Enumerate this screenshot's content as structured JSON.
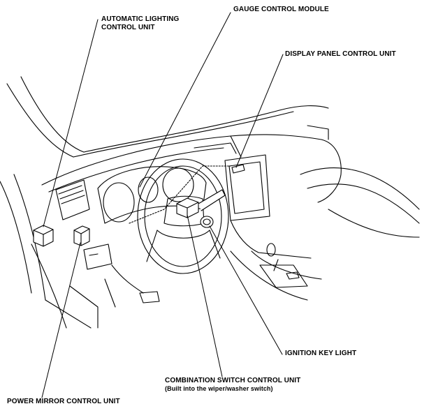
{
  "labels": {
    "automatic_lighting_line1": "AUTOMATIC LIGHTING",
    "automatic_lighting_line2": "CONTROL UNIT",
    "gauge_control_module": "GAUGE CONTROL MODULE",
    "display_panel_control_unit": "DISPLAY PANEL CONTROL UNIT",
    "ignition_key_light": "IGNITION KEY LIGHT",
    "combination_switch_line1": "COMBINATION SWITCH CONTROL UNIT",
    "combination_switch_line2": "(Built into the wiper/washer switch)",
    "power_mirror_control_unit": "POWER MIRROR CONTROL UNIT"
  },
  "colors": {
    "ink": "#000000",
    "unit_fill": "#ffffff"
  }
}
